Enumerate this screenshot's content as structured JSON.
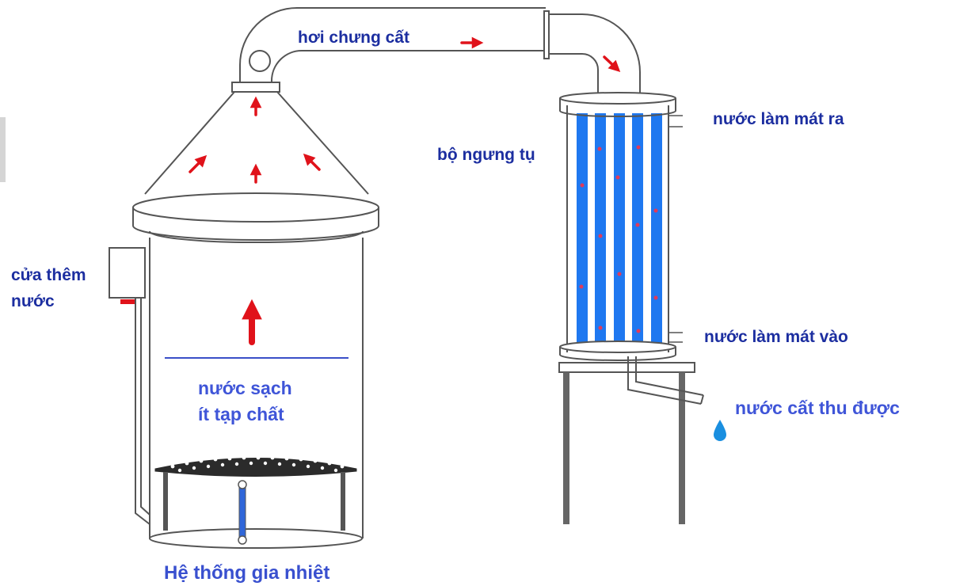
{
  "labels": {
    "vapor": "hơi chưng cất",
    "condenser": "bộ ngưng tụ",
    "cooling_out": "nước làm mát ra",
    "cooling_in": "nước làm mát vào",
    "distillate": "nước cất thu được",
    "water_inlet_line1": "cửa thêm",
    "water_inlet_line2": "nước",
    "clean_water_line1": "nước sạch",
    "clean_water_line2": "ít tạp chất",
    "heating_system": "Hệ thống gia nhiệt"
  },
  "colors": {
    "outline": "#555555",
    "arrow": "#e0121a",
    "tube": "#1f78f0",
    "water_line": "#3a4fc8",
    "drop": "#1a8fe0",
    "label_dark": "#1c2ea0",
    "label_mid": "#3f55d8"
  },
  "icons": [
    "flow-arrow-icon",
    "water-drop-icon"
  ]
}
